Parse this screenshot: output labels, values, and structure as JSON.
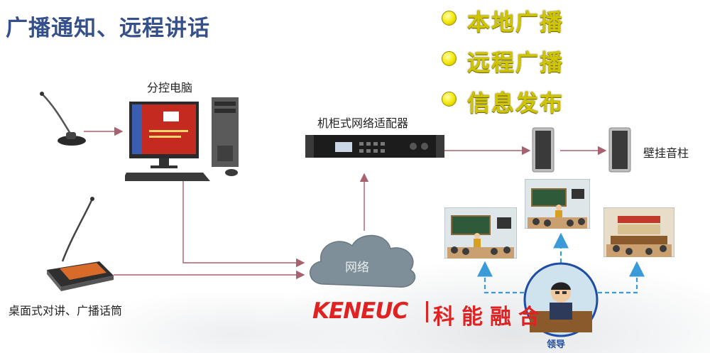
{
  "title": "广播通知、远程讲话",
  "bullets": [
    {
      "label": "本地广播"
    },
    {
      "label": "远程广播"
    },
    {
      "label": "信息发布"
    }
  ],
  "nodes": {
    "pc": "分控电脑",
    "adapter": "机柜式网络适配器",
    "cloud": "网络",
    "speakers": "壁挂音柱",
    "desk_mic": "桌面式对讲、广播话筒",
    "leader": "领导"
  },
  "brand": {
    "latin": "KENEUC",
    "cn": "科能融合"
  },
  "colors": {
    "title": "#35508a",
    "bullet_text": "#cfc400",
    "arrows": "#a8616e",
    "dashed": "#3a9bd8",
    "brand": "#e02222"
  }
}
